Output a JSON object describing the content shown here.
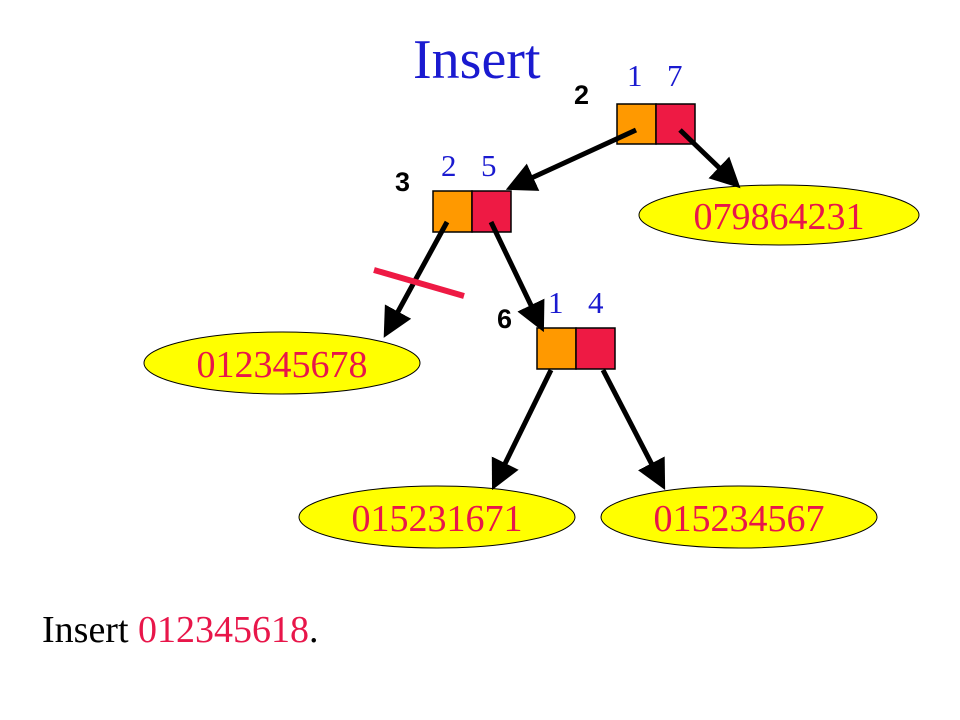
{
  "title": "Insert",
  "colors": {
    "title": "#1a1ad0",
    "index_text": "#1a1ad0",
    "level_text": "#000000",
    "left_cell": "#ff9900",
    "right_cell": "#ee1a44",
    "leaf_fill": "#ffff00",
    "leaf_text": "#e8164a",
    "arrow": "#000000",
    "cut_mark": "#ee1a44",
    "footer_key": "#e8164a"
  },
  "nodes": {
    "root": {
      "level": "2",
      "first_index": "1",
      "second_index": "7"
    },
    "left": {
      "level": "3",
      "first_index": "2",
      "second_index": "5"
    },
    "inner": {
      "level": "6",
      "first_index": "1",
      "second_index": "4"
    }
  },
  "leaves": {
    "root_right": "079864231",
    "left_left": "012345678",
    "inner_left": "015231671",
    "inner_right": "015234567"
  },
  "footer": {
    "prefix": "Insert ",
    "key": "012345618",
    "suffix": "."
  }
}
